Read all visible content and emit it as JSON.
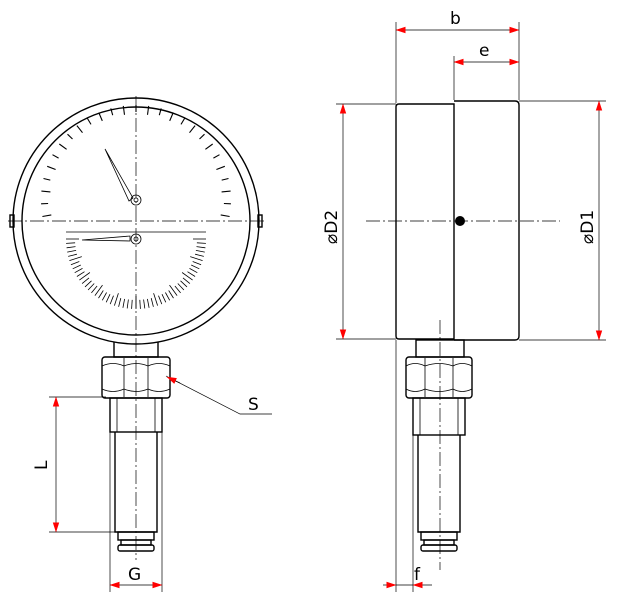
{
  "labels": {
    "b": "b",
    "e": "e",
    "D2": "⌀D2",
    "D1": "⌀D1",
    "S": "S",
    "L": "L",
    "G": "G",
    "f": "f"
  },
  "colors": {
    "line": "#000000",
    "arrow": "#ff0000",
    "background": "#ffffff"
  },
  "views": [
    "front-view",
    "side-view"
  ]
}
